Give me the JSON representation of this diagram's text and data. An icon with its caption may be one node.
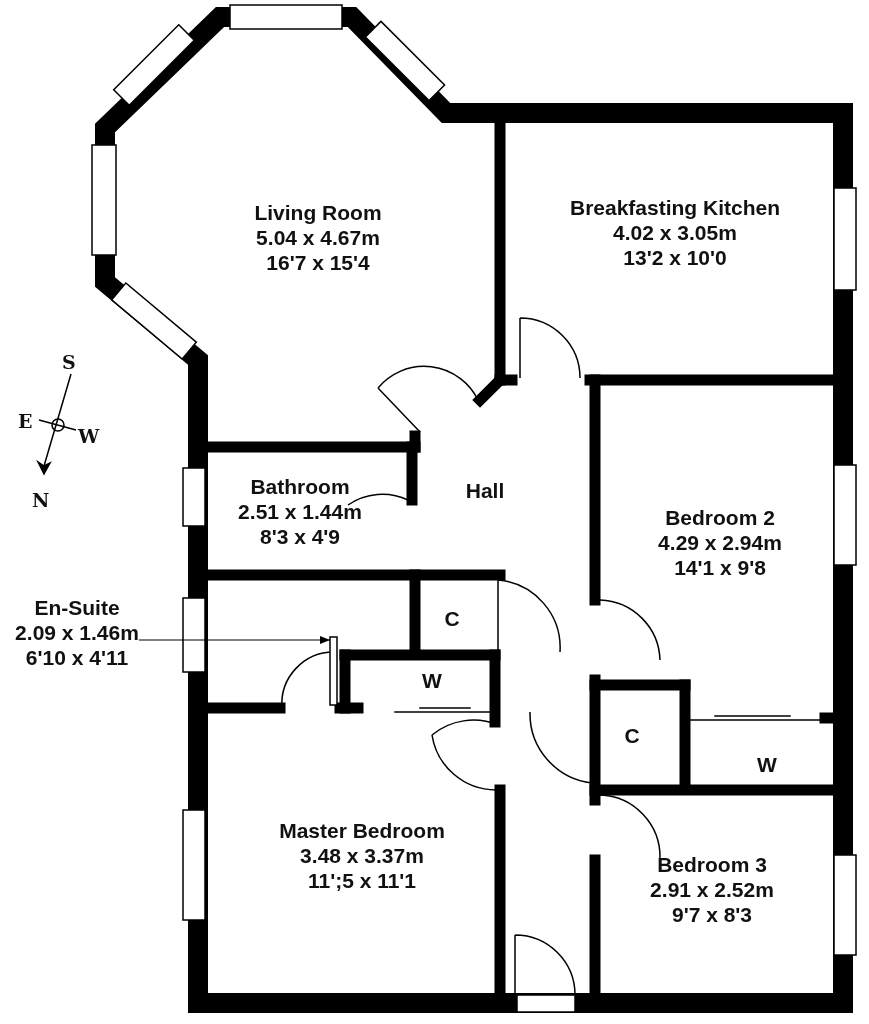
{
  "diagram": {
    "nodes": [
      {
        "text": [
          "Living Room",
          "5.04 x 4.67m",
          "16'7 x 15'4"
        ]
      },
      {
        "text": [
          "Breakfasting Kitchen",
          "4.02 x 3.05m",
          "13'2 x 10'0"
        ]
      },
      {
        "text": [
          "Hall"
        ]
      },
      {
        "text": [
          "Bathroom",
          "2.51 x 1.44m",
          "8'3 x 4'9"
        ]
      },
      {
        "text": [
          "Bedroom 2",
          "4.29 x 2.94m",
          "14'1 x 9'8"
        ]
      },
      {
        "text": [
          "En-Suite",
          "2.09 x 1.46m",
          "6'10 x 4'11"
        ]
      },
      {
        "text": [],
        "shape": "door"
      },
      {
        "text": [
          "C"
        ]
      },
      {
        "text": [
          "W"
        ]
      },
      {
        "text": [
          "C"
        ]
      },
      {
        "text": [
          "W"
        ]
      },
      {
        "text": [
          "Master Bedroom",
          "3.48 x 3.37m",
          "11';5 x 11'1"
        ]
      },
      {
        "text": [
          "Bedroom 3",
          "2.91 x 2.52m",
          "9'7 x 8'3"
        ]
      }
    ],
    "edges": [
      {
        "from": 5,
        "to": 6,
        "arrow": "to"
      }
    ],
    "labels": [
      "S",
      "E",
      "W",
      "N"
    ]
  }
}
